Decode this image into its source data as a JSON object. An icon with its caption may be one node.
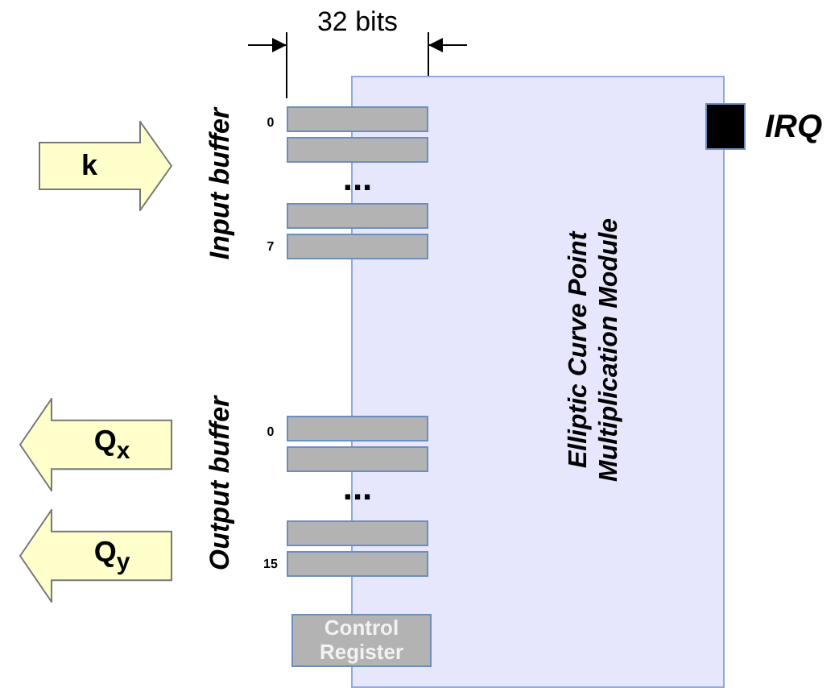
{
  "diagram": {
    "nodes": [
      {
        "text": [
          "Elliptic Curve Point Multiplication Module"
        ]
      },
      {
        "text": [
          "k"
        ]
      },
      {
        "text": [
          "Q$_{x}$"
        ]
      },
      {
        "text": [
          "Q$_{y}$"
        ]
      },
      {
        "text": [],
        "shape": "bar"
      },
      {
        "text": [],
        "shape": "bar"
      },
      {
        "text": [],
        "shape": "bar"
      },
      {
        "text": [],
        "shape": "bar"
      },
      {
        "text": [],
        "shape": "bar"
      },
      {
        "text": [],
        "shape": "bar"
      },
      {
        "text": [],
        "shape": "bar"
      },
      {
        "text": [],
        "shape": "bar"
      },
      {
        "text": [
          "Control Register"
        ]
      },
      {
        "text": [],
        "shape": "box",
        "beside": [
          "IRQ"
        ]
      }
    ],
    "labels": [
      "32 bits",
      "Input buffer",
      "0",
      "7",
      "...",
      "Output buffer",
      "0",
      "15",
      "..."
    ]
  }
}
